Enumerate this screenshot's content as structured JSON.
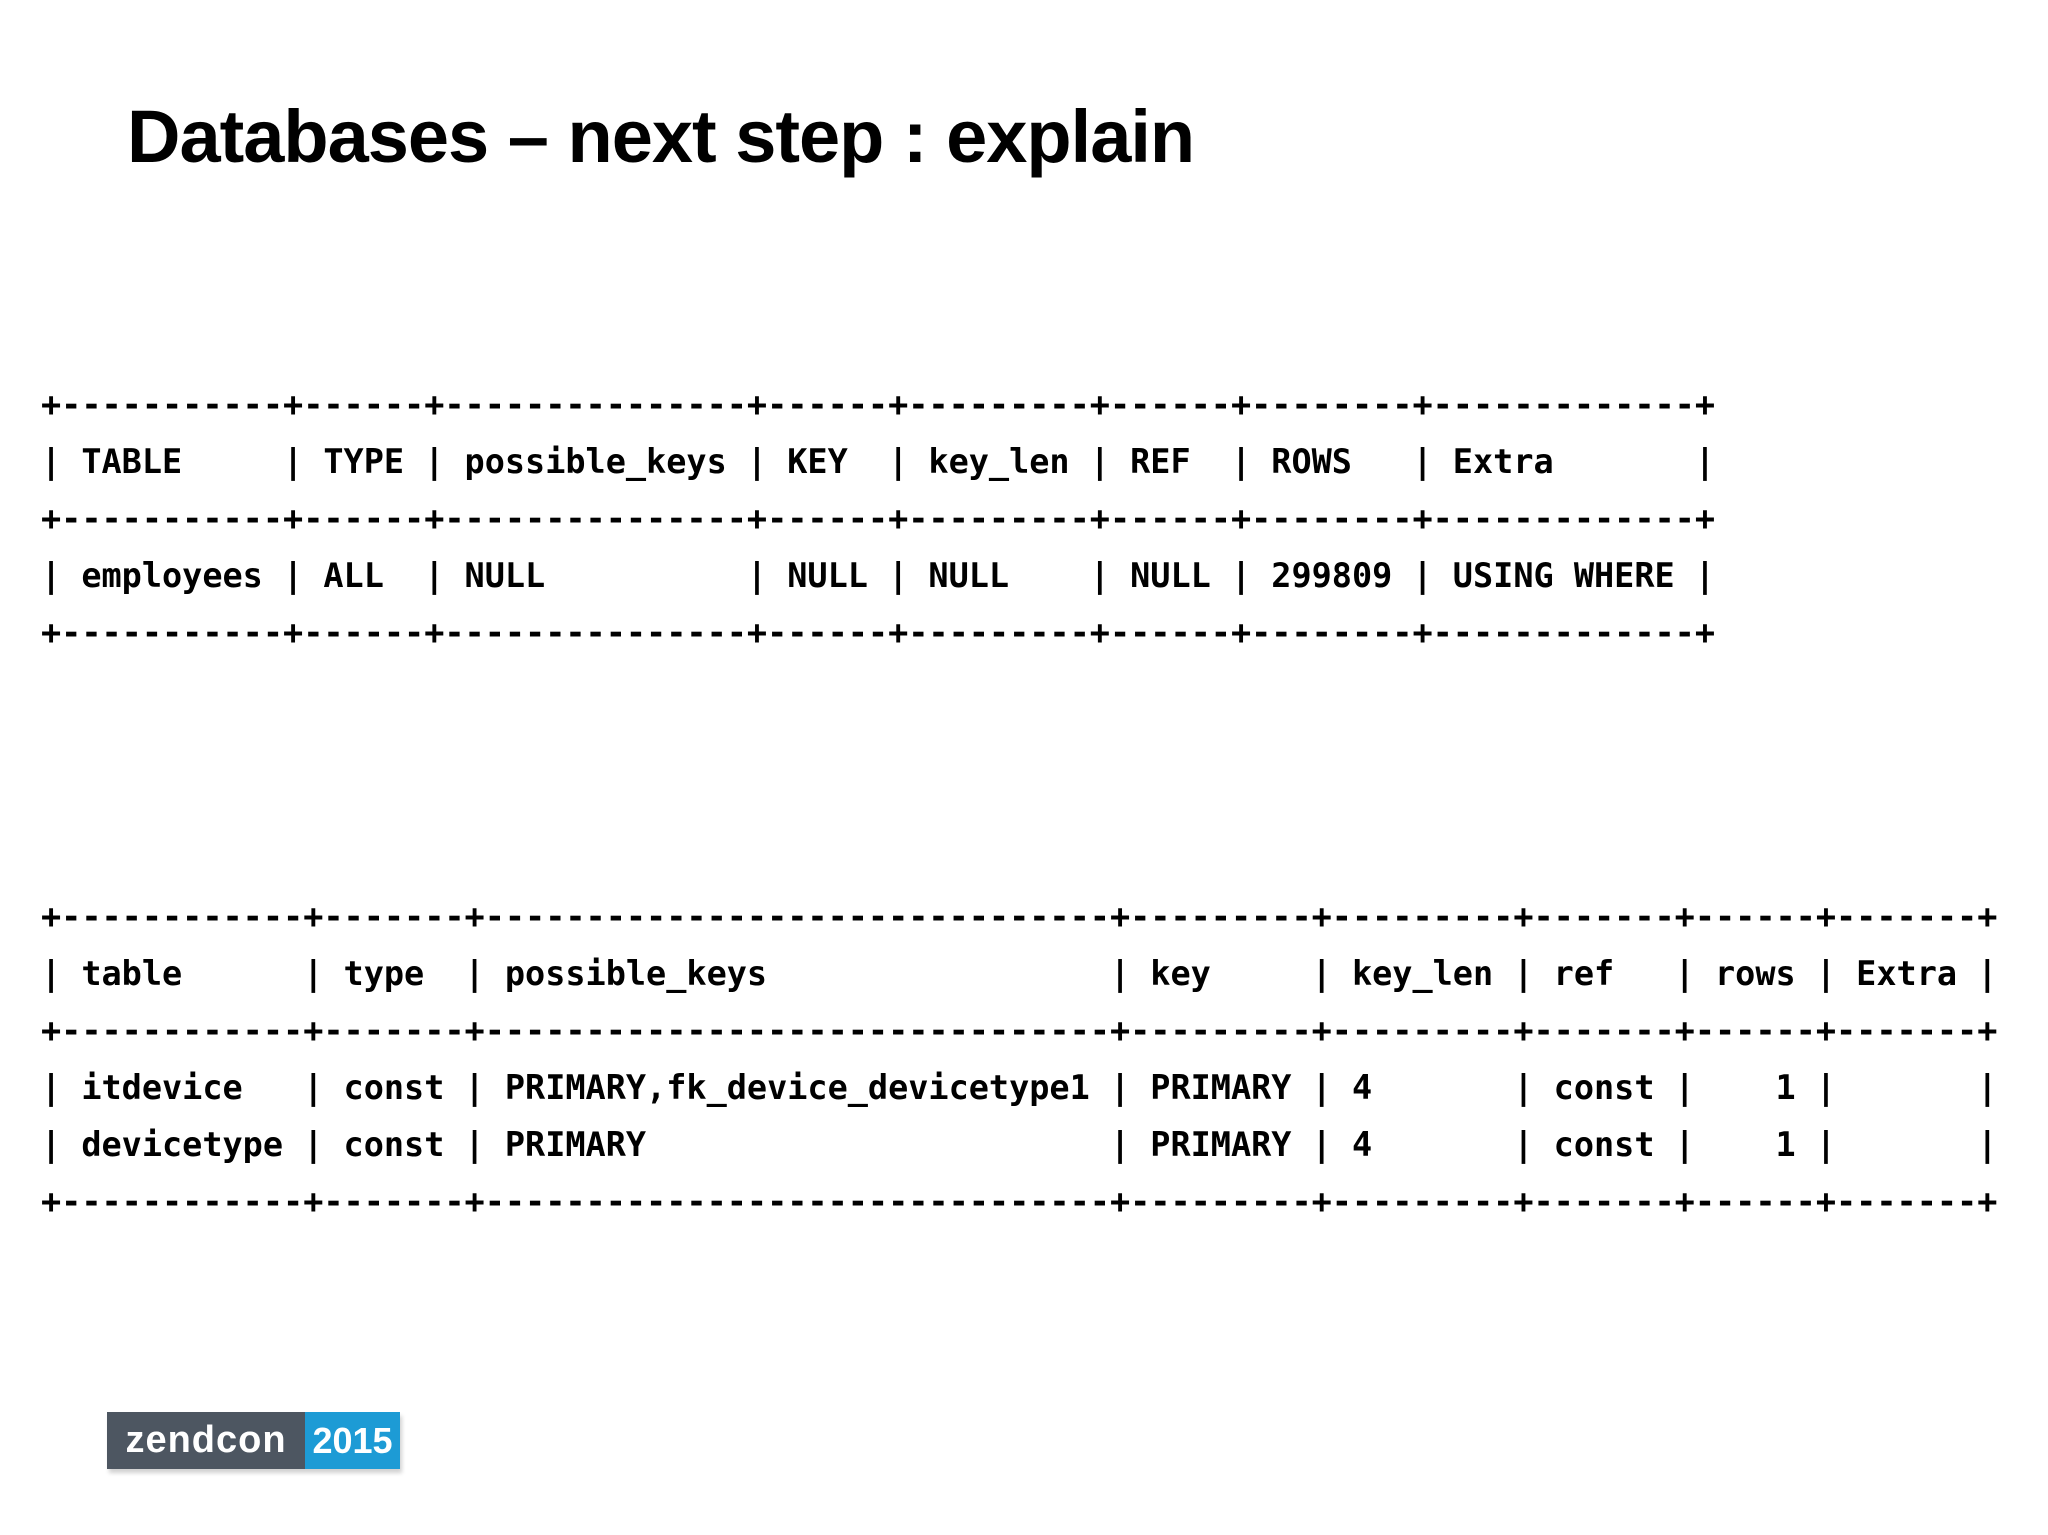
{
  "slide": {
    "title": "Databases – next step : explain"
  },
  "explain_outputs": {
    "query1": {
      "columns": [
        "TABLE",
        "TYPE",
        "possible_keys",
        "KEY",
        "key_len",
        "REF",
        "ROWS",
        "Extra"
      ],
      "rows": [
        [
          "employees",
          "ALL",
          "NULL",
          "NULL",
          "NULL",
          "NULL",
          "299809",
          "USING WHERE"
        ]
      ],
      "ascii": "+-----------+------+---------------+------+---------+------+--------+-------------+\n| TABLE     | TYPE | possible_keys | KEY  | key_len | REF  | ROWS   | Extra       |\n+-----------+------+---------------+------+---------+------+--------+-------------+\n| employees | ALL  | NULL          | NULL | NULL    | NULL | 299809 | USING WHERE |\n+-----------+------+---------------+------+---------+------+--------+-------------+"
    },
    "query2": {
      "columns": [
        "table",
        "type",
        "possible_keys",
        "key",
        "key_len",
        "ref",
        "rows",
        "Extra"
      ],
      "rows": [
        [
          "itdevice",
          "const",
          "PRIMARY,fk_device_devicetype1",
          "PRIMARY",
          "4",
          "const",
          "1",
          ""
        ],
        [
          "devicetype",
          "const",
          "PRIMARY",
          "PRIMARY",
          "4",
          "const",
          "1",
          ""
        ]
      ],
      "ascii": "+------------+-------+-------------------------------+---------+---------+-------+------+-------+\n| table      | type  | possible_keys                 | key     | key_len | ref   | rows | Extra |\n+------------+-------+-------------------------------+---------+---------+-------+------+-------+\n| itdevice   | const | PRIMARY,fk_device_devicetype1 | PRIMARY | 4       | const |    1 |       |\n| devicetype | const | PRIMARY                       | PRIMARY | 4       | const |    1 |       |\n+------------+-------+-------------------------------+---------+---------+-------+------+-------+"
    }
  },
  "footer_logo": {
    "brand": "zendcon",
    "year": "2015",
    "brand_bg": "#4d5661",
    "year_bg": "#1d9bd5",
    "text_color": "#ffffff"
  }
}
